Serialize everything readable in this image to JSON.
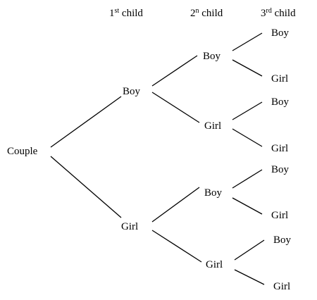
{
  "headers": {
    "first": {
      "num": "1",
      "sup": "st",
      "word": " child"
    },
    "second": {
      "num": "2",
      "sup": "n",
      "word": " child"
    },
    "third": {
      "num": "3",
      "sup": "rd",
      "word": " child"
    }
  },
  "root": "Couple",
  "level1": [
    "Boy",
    "Girl"
  ],
  "level2": [
    "Boy",
    "Girl",
    "Boy",
    "Girl"
  ],
  "level3": [
    "Boy",
    "Girl",
    "Boy",
    "Girl",
    "Boy",
    "Girl",
    "Boy",
    "Girl"
  ]
}
